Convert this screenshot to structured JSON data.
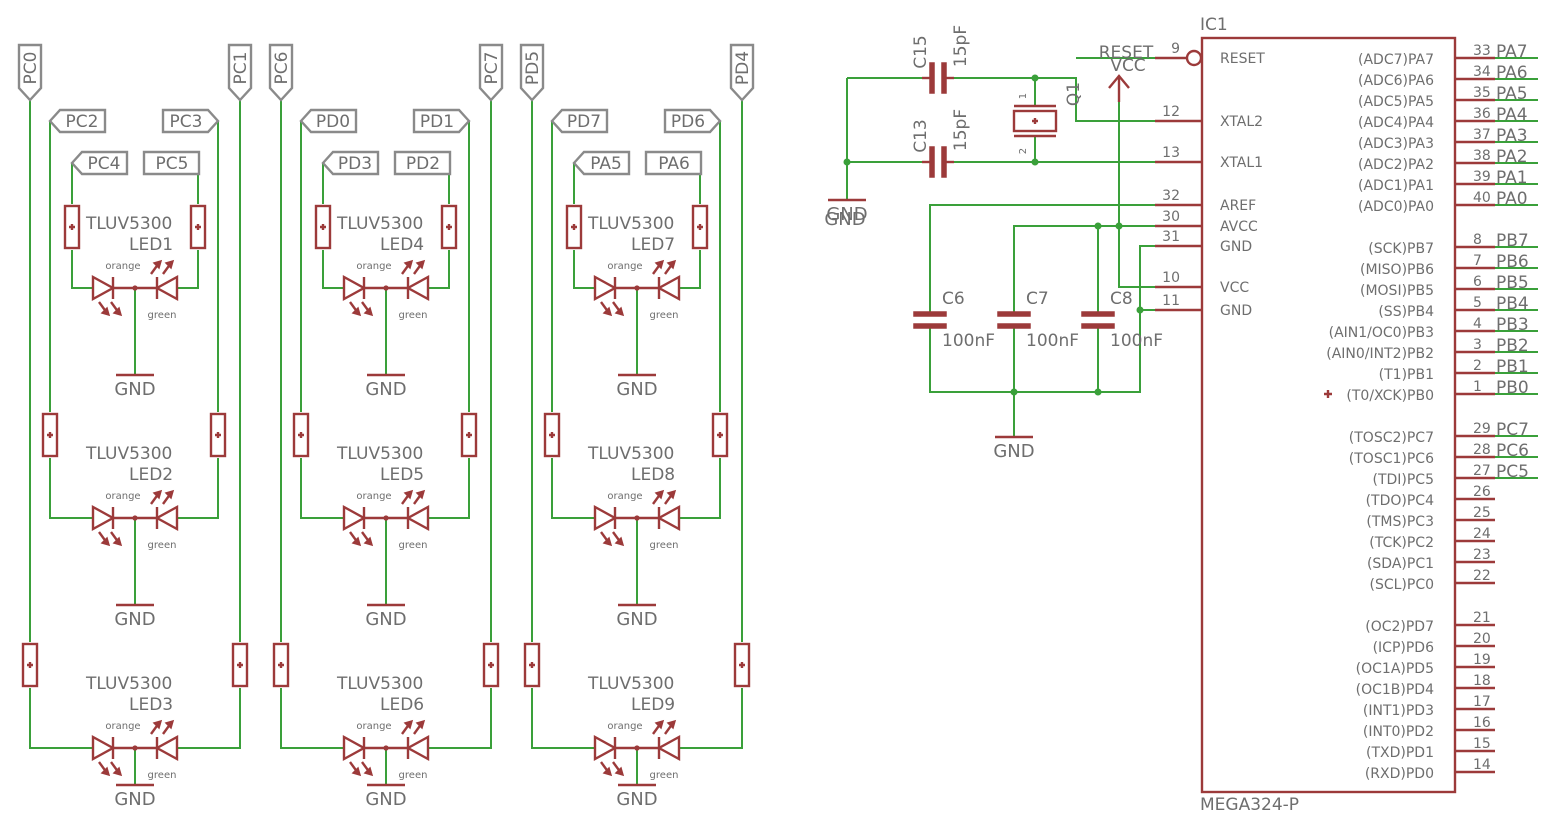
{
  "colors": {
    "wire": "#3aa03a",
    "part": "#9c3a3a",
    "label_frame": "#8a8a8a",
    "text": "#6e6e6e",
    "background": "#ffffff"
  },
  "columns": [
    {
      "ports": {
        "outer_left": "PC0",
        "outer_right": "PC1",
        "mid_left": "PC2",
        "mid_right": "PC3",
        "inner_left": "PC4",
        "inner_right": "PC5"
      },
      "leds": [
        {
          "type": "TLUV5300",
          "name": "LED1"
        },
        {
          "type": "TLUV5300",
          "name": "LED2"
        },
        {
          "type": "TLUV5300",
          "name": "LED3"
        }
      ]
    },
    {
      "ports": {
        "outer_left": "PC6",
        "outer_right": "PC7",
        "mid_left": "PD0",
        "mid_right": "PD1",
        "inner_left": "PD3",
        "inner_right": "PD2"
      },
      "leds": [
        {
          "type": "TLUV5300",
          "name": "LED4"
        },
        {
          "type": "TLUV5300",
          "name": "LED5"
        },
        {
          "type": "TLUV5300",
          "name": "LED6"
        }
      ]
    },
    {
      "ports": {
        "outer_left": "PD5",
        "outer_right": "PD4",
        "mid_left": "PD7",
        "mid_right": "PD6",
        "inner_left": "PA5",
        "inner_right": "PA6"
      },
      "leds": [
        {
          "type": "TLUV5300",
          "name": "LED7"
        },
        {
          "type": "TLUV5300",
          "name": "LED8"
        },
        {
          "type": "TLUV5300",
          "name": "LED9"
        }
      ]
    }
  ],
  "led_color_left": "orange",
  "led_color_right": "green",
  "gnd": "GND",
  "vcc": "VCC",
  "reset_net": "RESET",
  "crystal": {
    "name": "Q1",
    "pin1": "1",
    "pin2": "2"
  },
  "caps": [
    {
      "name": "C15",
      "value": "15pF"
    },
    {
      "name": "C13",
      "value": "15pF"
    },
    {
      "name": "C6",
      "value": "100nF"
    },
    {
      "name": "C7",
      "value": "100nF"
    },
    {
      "name": "C8",
      "value": "100nF"
    }
  ],
  "ic": {
    "name": "IC1",
    "part": "MEGA324-P",
    "left_pins": [
      {
        "num": "9",
        "label": "RESET"
      },
      {
        "num": "12",
        "label": "XTAL2"
      },
      {
        "num": "13",
        "label": "XTAL1"
      },
      {
        "num": "32",
        "label": "AREF"
      },
      {
        "num": "30",
        "label": "AVCC"
      },
      {
        "num": "31",
        "label": "GND"
      },
      {
        "num": "10",
        "label": "VCC"
      },
      {
        "num": "11",
        "label": "GND"
      }
    ],
    "right_pins": [
      {
        "num": "33",
        "label": "(ADC7)PA7",
        "net": "PA7"
      },
      {
        "num": "34",
        "label": "(ADC6)PA6",
        "net": "PA6"
      },
      {
        "num": "35",
        "label": "(ADC5)PA5",
        "net": "PA5"
      },
      {
        "num": "36",
        "label": "(ADC4)PA4",
        "net": "PA4"
      },
      {
        "num": "37",
        "label": "(ADC3)PA3",
        "net": "PA3"
      },
      {
        "num": "38",
        "label": "(ADC2)PA2",
        "net": "PA2"
      },
      {
        "num": "39",
        "label": "(ADC1)PA1",
        "net": "PA1"
      },
      {
        "num": "40",
        "label": "(ADC0)PA0",
        "net": "PA0"
      },
      {
        "num": "8",
        "label": "(SCK)PB7",
        "net": "PB7"
      },
      {
        "num": "7",
        "label": "(MISO)PB6",
        "net": "PB6"
      },
      {
        "num": "6",
        "label": "(MOSI)PB5",
        "net": "PB5"
      },
      {
        "num": "5",
        "label": "(SS)PB4",
        "net": "PB4"
      },
      {
        "num": "4",
        "label": "(AIN1/OC0)PB3",
        "net": "PB3"
      },
      {
        "num": "3",
        "label": "(AIN0/INT2)PB2",
        "net": "PB2"
      },
      {
        "num": "2",
        "label": "(T1)PB1",
        "net": "PB1"
      },
      {
        "num": "1",
        "label": "(T0/XCK)PB0",
        "net": "PB0"
      },
      {
        "num": "29",
        "label": "(TOSC2)PC7",
        "net": "PC7"
      },
      {
        "num": "28",
        "label": "(TOSC1)PC6",
        "net": "PC6"
      },
      {
        "num": "27",
        "label": "(TDI)PC5",
        "net": "PC5"
      },
      {
        "num": "26",
        "label": "(TDO)PC4",
        "net": ""
      },
      {
        "num": "25",
        "label": "(TMS)PC3",
        "net": ""
      },
      {
        "num": "24",
        "label": "(TCK)PC2",
        "net": ""
      },
      {
        "num": "23",
        "label": "(SDA)PC1",
        "net": ""
      },
      {
        "num": "22",
        "label": "(SCL)PC0",
        "net": ""
      },
      {
        "num": "21",
        "label": "(OC2)PD7",
        "net": ""
      },
      {
        "num": "20",
        "label": "(ICP)PD6",
        "net": ""
      },
      {
        "num": "19",
        "label": "(OC1A)PD5",
        "net": ""
      },
      {
        "num": "18",
        "label": "(OC1B)PD4",
        "net": ""
      },
      {
        "num": "17",
        "label": "(INT1)PD3",
        "net": ""
      },
      {
        "num": "16",
        "label": "(INT0)PD2",
        "net": ""
      },
      {
        "num": "15",
        "label": "(TXD)PD1",
        "net": ""
      },
      {
        "num": "14",
        "label": "(RXD)PD0",
        "net": ""
      }
    ]
  }
}
